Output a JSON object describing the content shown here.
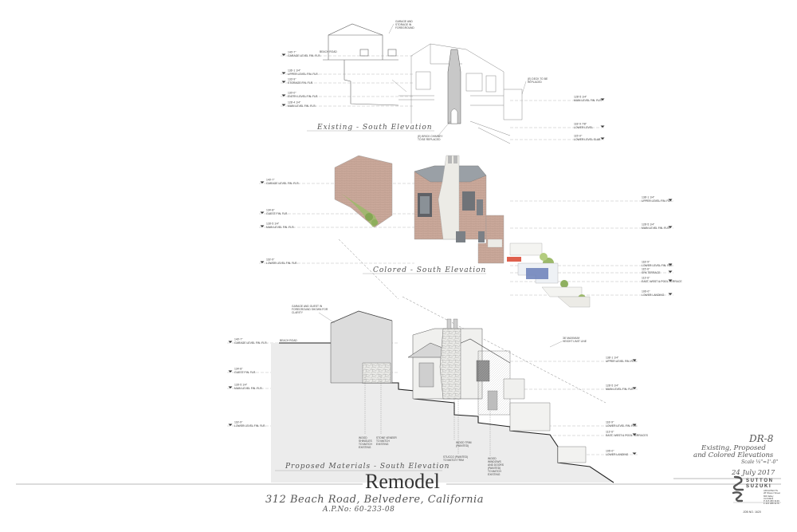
{
  "sheet": {
    "number": "DR-8",
    "title_line1": "Existing, Proposed",
    "title_line2": "and Colored Elevations",
    "scale": "Scale ⅛\"=1'-0\"",
    "date": "24 July 2017",
    "job_no": "JOB NO. 1620"
  },
  "project": {
    "title": "Remodel",
    "address": "312 Beach Road, Belvedere, California",
    "apn": "A.P.No: 60-233-08"
  },
  "firm": {
    "line1": "S U T T O N",
    "line2": "S U Z U K I",
    "info": [
      "ARCHITECTS",
      "28 Shaver Street",
      "Mill Valley",
      "CA 94941",
      "P 415 383 3139",
      "F 415 388 3176"
    ]
  },
  "elevations": {
    "existing": {
      "title": "Existing - South Elevation",
      "notes": {
        "garage": [
          "GARAGE AND",
          "STORAGE IN",
          "FOREGROUND"
        ],
        "beach_road": "BEACH ROAD",
        "deck": [
          "(E) DECK TO BE",
          "REPLACED"
        ],
        "chimney": [
          "(E) BRICK CHIMNEY",
          "TO BE REPLACED"
        ]
      },
      "left_levels": [
        {
          "value": "140'-7\"",
          "label": "GARAGE LEVEL FIN. FLR."
        },
        {
          "value": "136'-1 1/4\"",
          "label": "UPPER LEVEL FIN. FLR."
        },
        {
          "value": "133'-9\"",
          "label": "STORAGE FIN. FLR."
        },
        {
          "value": "130'-0\"",
          "label": "ENTRY LEVEL FIN. FLR."
        },
        {
          "value": "128'-4 1/4\"",
          "label": "MAIN LEVEL FIN. FLR."
        }
      ],
      "right_levels": [
        {
          "value": "128'-5 1/4\"",
          "label": "MAIN LEVEL FIN. FLR."
        },
        {
          "value": "118'-9 7/8\"",
          "label": "LOWER LEVEL"
        },
        {
          "value": "115'-0\"",
          "label": "LOWER LEVEL SLAB"
        }
      ]
    },
    "colored": {
      "title": "Colored - South Elevation",
      "left_levels": [
        {
          "value": "140'-7\"",
          "label": "GARAGE LEVEL FIN. FLR."
        },
        {
          "value": "134'-8\"",
          "label": "GUEST FIN. FLR."
        },
        {
          "value": "128'-5 1/4\"",
          "label": "MAIN LEVEL FIN. FLR."
        },
        {
          "value": "118'-9\"",
          "label": "LOWER LEVEL FIN. FLR."
        }
      ],
      "right_levels": [
        {
          "value": "138'-1 1/4\"",
          "label": "UPPER LEVEL FIN. FLR."
        },
        {
          "value": "128'-5 1/4\"",
          "label": "MAIN LEVEL FIN. FLR."
        },
        {
          "value": "118'-9\"",
          "label": "LOWER LEVEL FIN. FLR."
        },
        {
          "value": "115'-6\"",
          "label": "SPA TERRACE"
        },
        {
          "value": "113'-6\"",
          "label": "EAST, WEST & POOL TERRACE"
        },
        {
          "value": "106'-0\"",
          "label": "LOWER LANDING"
        }
      ]
    },
    "proposed": {
      "title": "Proposed Materials - South Elevation",
      "notes": {
        "garage": [
          "GARAGE AND GUEST IN",
          "FOREGROUND SHOWN FOR",
          "CLARITY"
        ],
        "beach_road": "BEACH ROAD",
        "height": [
          "36' MAXIMUM",
          "HEIGHT LIMIT LINE"
        ],
        "shingles": [
          "WOOD",
          "SHINGLES",
          "TO MATCH",
          "EXISTING"
        ],
        "stone": [
          "STONE VENEER",
          "TO MATCH",
          "EXISTING"
        ],
        "trim": [
          "WOOD TRIM",
          "(PAINTED)"
        ],
        "stucco": [
          "STUCCO (PAINTED)",
          "TO MATCH TRIM"
        ],
        "windows": [
          "WOOD",
          "WINDOWS",
          "AND DOORS",
          "(PAINTED)",
          "TO MATCH",
          "EXISTING"
        ]
      },
      "left_levels": [
        {
          "value": "140'-7\"",
          "label": "GARAGE LEVEL FIN. FLR."
        },
        {
          "value": "134'-8\"",
          "label": "GUEST FIN. FLR."
        },
        {
          "value": "128'-5 1/4\"",
          "label": "MAIN LEVEL FIN. FLR."
        },
        {
          "value": "118'-9\"",
          "label": "LOWER LEVEL FIN. FLR."
        }
      ],
      "right_levels": [
        {
          "value": "138'-1 1/4\"",
          "label": "UPPER LEVEL FIN. FLR."
        },
        {
          "value": "128'-5 1/4\"",
          "label": "MAIN LEVEL FIN. FLR."
        },
        {
          "value": "118'-9\"",
          "label": "LOWER LEVEL FIN. FLR."
        },
        {
          "value": "113'-6\"",
          "label": "EAST, WEST & POOL TERRACES"
        },
        {
          "value": "106'-0\"",
          "label": "LOWER LANDING"
        }
      ]
    }
  },
  "colors": {
    "brick": "#c9a89a",
    "stucco": "#ecebe6",
    "slate_roof": "#9aa0a6",
    "foliage": "#8fb060",
    "pool": "#6a7fb8",
    "accent_red": "#d9442e"
  }
}
